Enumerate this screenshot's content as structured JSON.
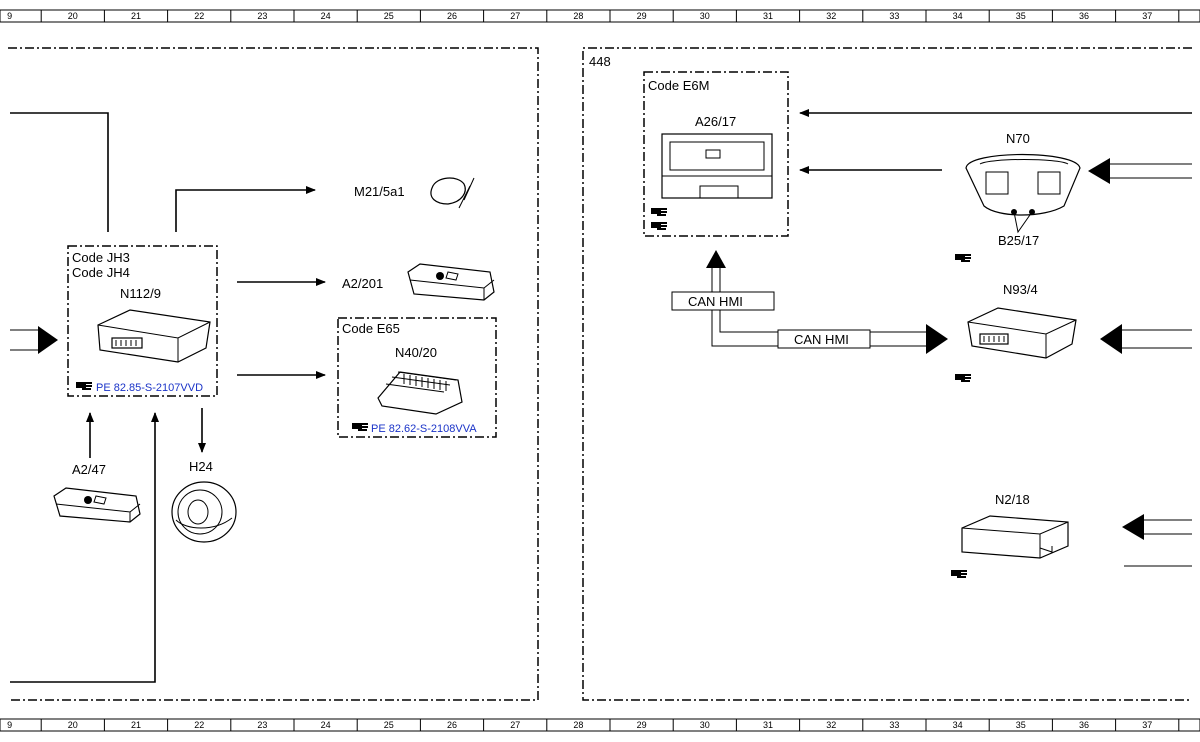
{
  "grid": {
    "numbers": [
      "9",
      "20",
      "21",
      "22",
      "23",
      "24",
      "25",
      "26",
      "27",
      "28",
      "29",
      "30",
      "31",
      "32",
      "33",
      "34",
      "35",
      "36",
      "37"
    ]
  },
  "left_section": {
    "group_jh": {
      "code_line1": "Code JH3",
      "code_line2": "Code JH4",
      "component": "N112/9",
      "ref": "PE 82.85-S-2107VVD"
    },
    "mirror": {
      "label": "M21/5a1"
    },
    "a2_201": {
      "label": "A2/201"
    },
    "group_e65": {
      "code": "Code E65",
      "component": "N40/20",
      "ref": "PE 82.62-S-2108VVA"
    },
    "a2_47": {
      "label": "A2/47"
    },
    "h24": {
      "label": "H24"
    }
  },
  "right_section": {
    "section_number": "448",
    "group_e6m": {
      "code": "Code E6M",
      "component": "A26/17"
    },
    "n70": {
      "label": "N70",
      "sub_label": "B25/17"
    },
    "can_label_vertical": "CAN HMI",
    "can_label_horizontal": "CAN HMI",
    "n93_4": {
      "label": "N93/4"
    },
    "n2_18": {
      "label": "N2/18"
    }
  },
  "colors": {
    "link": "#1a33c8",
    "line": "#000000"
  }
}
